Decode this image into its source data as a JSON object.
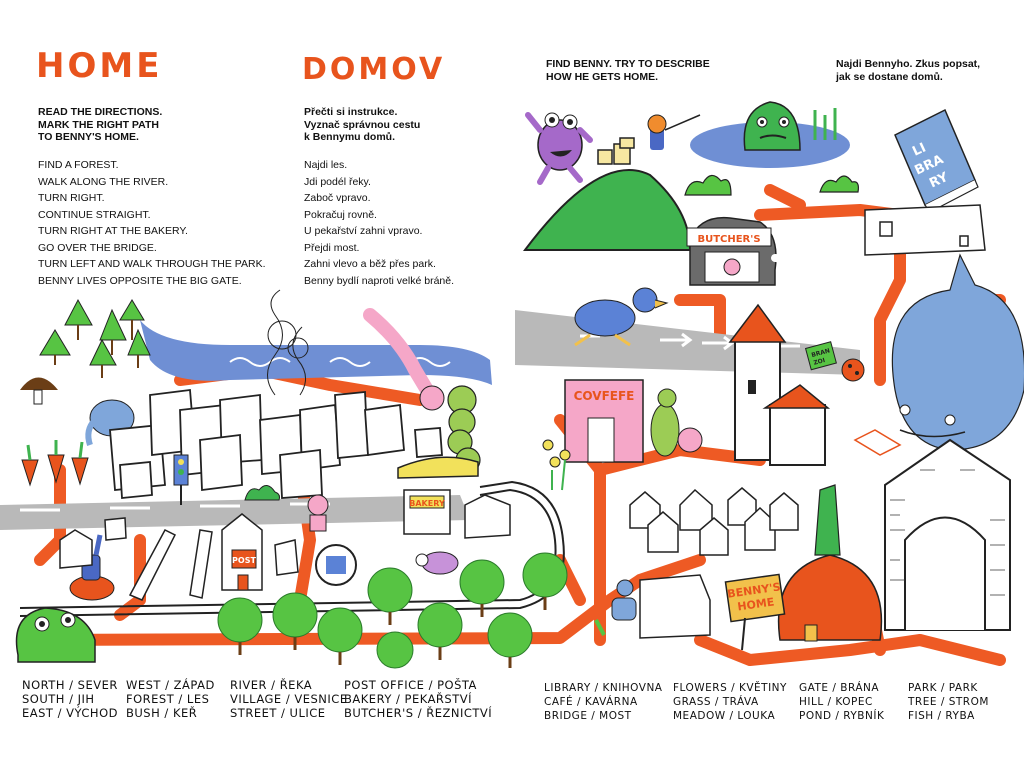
{
  "left_page": {
    "title": "HOME",
    "lead": [
      "READ THE DIRECTIONS.",
      "MARK THE RIGHT PATH",
      "TO BENNY'S HOME."
    ],
    "directions": [
      "FIND A FOREST.",
      "WALK ALONG THE RIVER.",
      "TURN RIGHT.",
      "CONTINUE STRAIGHT.",
      "TURN RIGHT AT THE BAKERY.",
      "GO OVER THE BRIDGE.",
      "TURN LEFT AND WALK THROUGH THE PARK.",
      "BENNY LIVES OPPOSITE THE BIG GATE."
    ]
  },
  "middle_page": {
    "title": "DOMOV",
    "lead": [
      "Přečti si instrukce.",
      "Vyznač správnou cestu",
      "k Bennymu domů."
    ],
    "directions": [
      "Najdi les.",
      "Jdi podél řeky.",
      "Zaboč vpravo.",
      "Pokračuj rovně.",
      "U pekařství zahni vpravo.",
      "Přejdi most.",
      "Zahni vlevo a běž přes park.",
      "Benny bydlí naproti velké bráně."
    ]
  },
  "right_page": {
    "lead_en": [
      "FIND BENNY. TRY TO DESCRIBE",
      "HOW HE GETS HOME."
    ],
    "lead_cz": [
      "Najdi Bennyho. Zkus popsat,",
      "jak se dostane domů."
    ]
  },
  "map_labels": {
    "library": [
      "LI",
      "BRA",
      "RY"
    ],
    "butchers": "BUTCHER'S",
    "covfefe": "COVFEFE",
    "bakery": "BAKERY",
    "post": "POST",
    "bennys_home": [
      "BENNY'S",
      "HOME"
    ],
    "sign": [
      "BRAN",
      "ZOI"
    ]
  },
  "vocabulary": [
    [
      "NORTH / SEVER",
      "SOUTH / JIH",
      "EAST / VÝCHOD"
    ],
    [
      "WEST / ZÁPAD",
      "FOREST / LES",
      "BUSH / KEŘ"
    ],
    [
      "RIVER / ŘEKA",
      "VILLAGE / VESNICE",
      "STREET / ULICE"
    ],
    [
      "POST OFFICE / POŠTA",
      "BAKERY / PEKAŘSTVÍ",
      "BUTCHER'S / ŘEZNICTVÍ"
    ],
    [
      "LIBRARY / KNIHOVNA",
      "CAFÉ / KAVÁRNA",
      "BRIDGE / MOST"
    ],
    [
      "FLOWERS / KVĚTINY",
      "GRASS / TRÁVA",
      "MEADOW / LOUKA"
    ],
    [
      "GATE / BRÁNA",
      "HILL / KOPEC",
      "POND / RYBNÍK"
    ],
    [
      "PARK / PARK",
      "TREE / STROM",
      "FISH / RYBA"
    ]
  ],
  "colors": {
    "accent_orange": "#e8541d",
    "road_orange": "#ee5a24",
    "tree_green": "#57c443",
    "hill_green": "#3fb34f",
    "river_blue": "#6f8fd4",
    "whale_blue": "#7fa6da",
    "pink": "#f5a7c8",
    "purple": "#a569c9"
  }
}
